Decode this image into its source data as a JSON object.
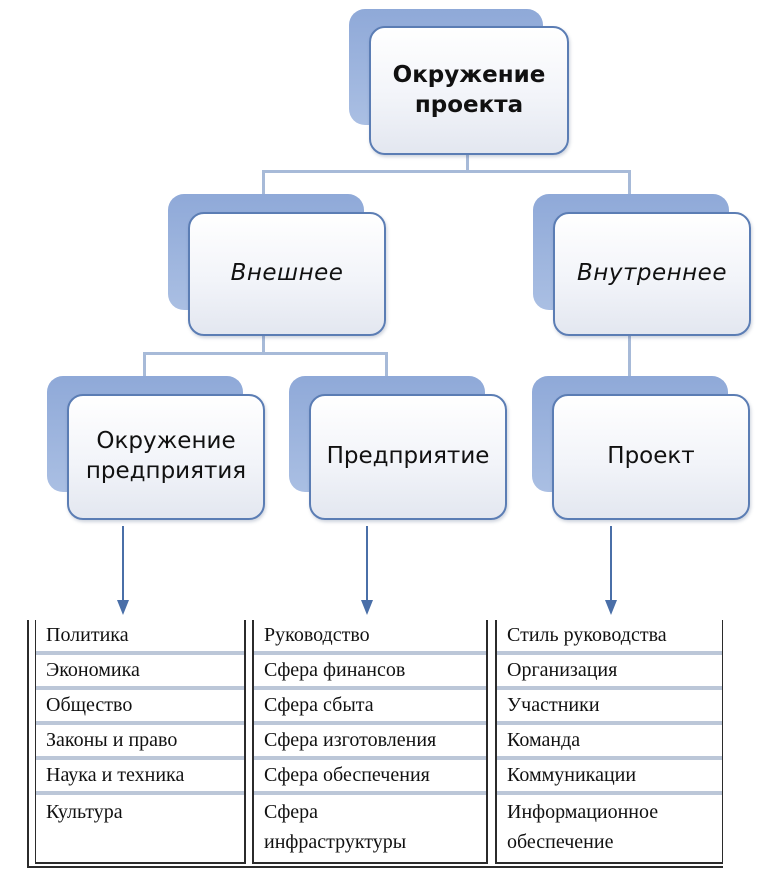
{
  "colors": {
    "node_border": "#5b7db4",
    "shadow": "#8fa9d8",
    "connector": "#a7bad8",
    "arrow": "#4a6fa8"
  },
  "nodes": {
    "root": "Окружение\nпроекта",
    "external": "Внешнее",
    "internal": "Внутреннее",
    "enterprise_env": "Окружение\nпредприятия",
    "enterprise": "Предприятие",
    "project": "Проект"
  },
  "lists": {
    "enterprise_env": [
      "Политика",
      "Экономика",
      "Общество",
      "Законы и право",
      "Наука и техника",
      "Культура"
    ],
    "enterprise": [
      "Руководство",
      "Сфера финансов",
      "Сфера сбыта",
      "Сфера изготовления",
      "Сфера обеспечения",
      "Сфера\nинфраструктуры"
    ],
    "project": [
      "Стиль руководства",
      "Организация",
      "Участники",
      "Команда",
      "Коммуникации",
      "Информационное\nобеспечение"
    ]
  }
}
